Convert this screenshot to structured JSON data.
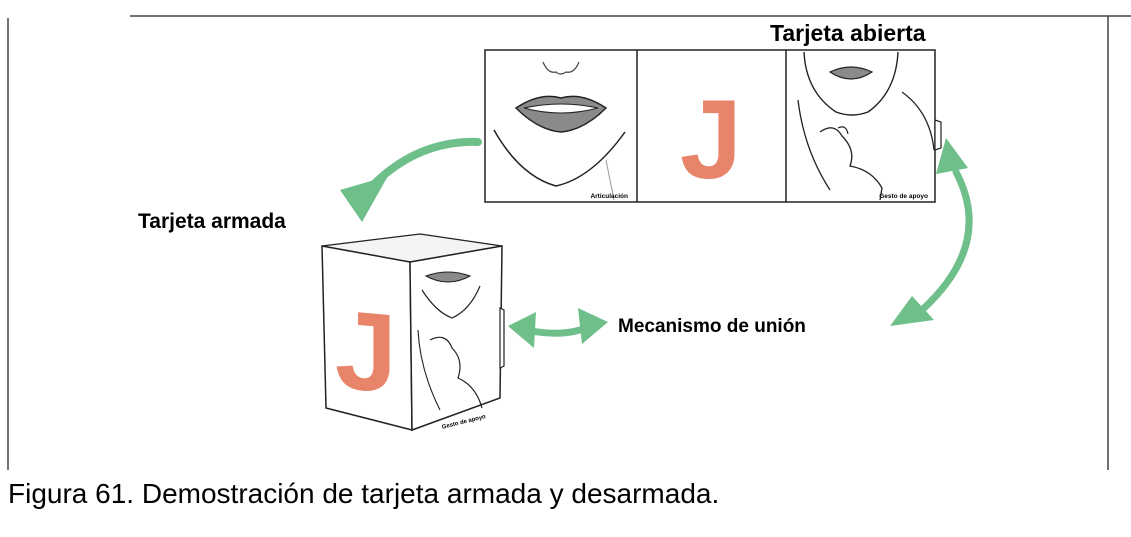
{
  "labels": {
    "open_card": "Tarjeta abierta",
    "assembled_card": "Tarjeta armada",
    "joining_mechanism": "Mecanismo de unión"
  },
  "panels": {
    "articulation": "Articulación",
    "support_gesture": "Gesto de apoyo",
    "letter": "J"
  },
  "caption": "Figura 61. Demostración de tarjeta armada y desarmada.",
  "colors": {
    "arrow": "#6fbf8a",
    "letter": "#e8846a",
    "outline": "#222222"
  },
  "icons": [
    "curved-arrow-icon",
    "double-arrow-icon"
  ]
}
